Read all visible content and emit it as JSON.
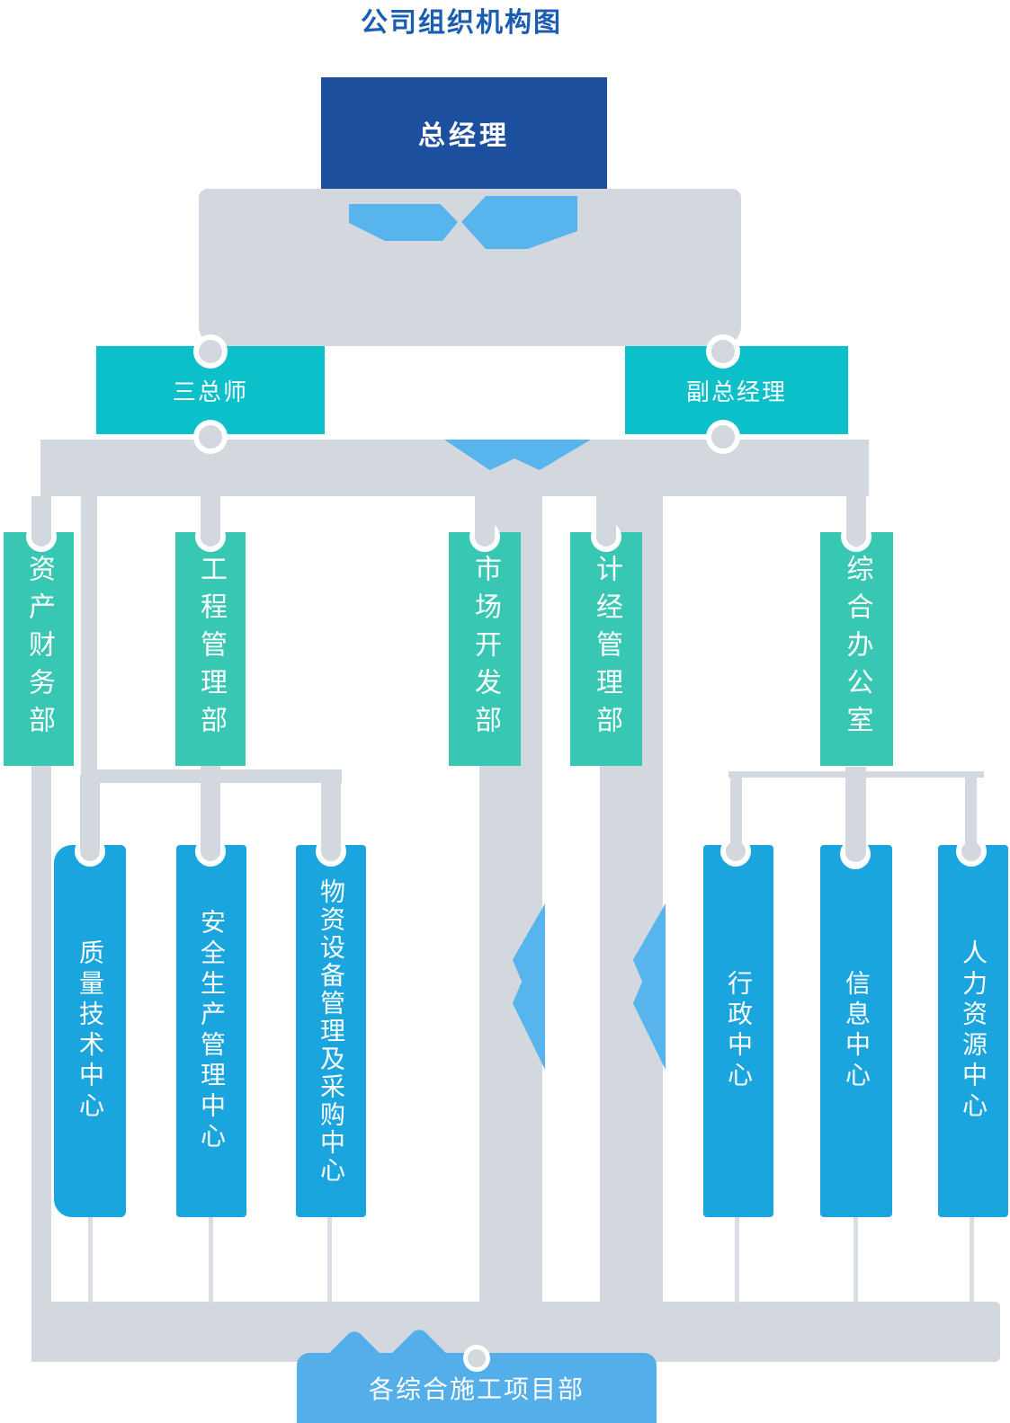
{
  "page_title": "公司组织机构图",
  "org": {
    "level1": {
      "ceo": "总经理"
    },
    "level2": {
      "chiefs": "三总师",
      "deputy_gm": "副总经理"
    },
    "level3": [
      "资产财务部",
      "工程管理部",
      "市场开发部",
      "计经管理部",
      "综合办公室"
    ],
    "level4": [
      "质量技术中心",
      "安全生产管理中心",
      "物资设备管理及采购中心",
      "行政中心",
      "信息中心",
      "人力资源中心"
    ],
    "level5": {
      "projects": "各综合施工项目部"
    }
  },
  "colors": {
    "title_text": "#1a5db2",
    "ceo_box": "#1c4f9e",
    "management_box": "#0cc0c9",
    "department_box": "#38c7b2",
    "center_box": "#1aa5de",
    "project_box": "#54aee9",
    "connector": "#d3d8df",
    "arrow_accent": "#57b4ec",
    "box_text": "#ffffff"
  }
}
